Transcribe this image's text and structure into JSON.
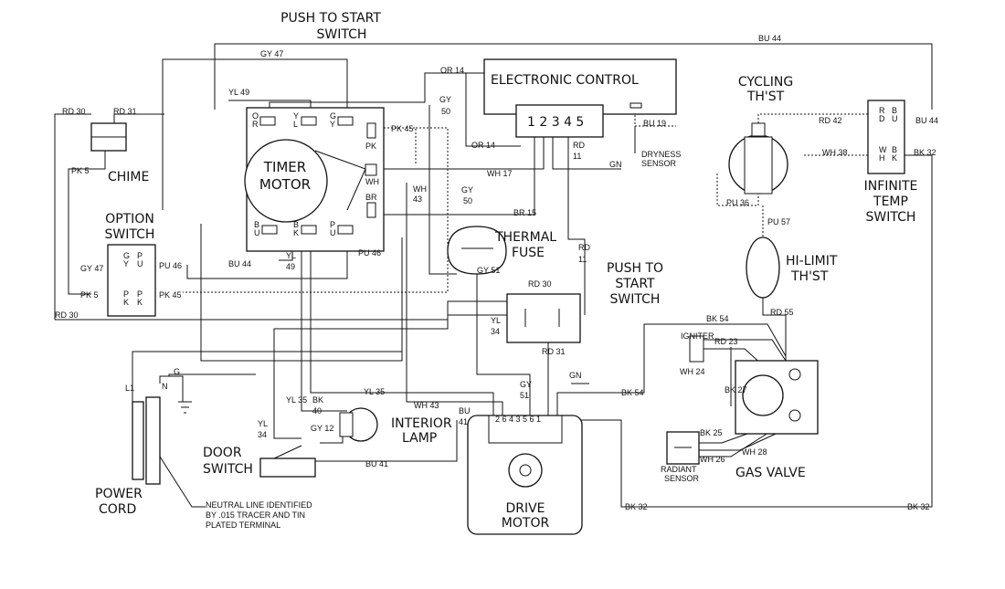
{
  "components": {
    "push_to_start_top": [
      "PUSH TO START",
      "SWITCH"
    ],
    "electronic_control": "ELECTRONIC CONTROL",
    "control_terminals": "1 2 3 4 5",
    "cycling_thermostat": [
      "CYCLING",
      "TH'ST"
    ],
    "chime": "CHIME",
    "timer_motor": [
      "TIMER",
      "MOTOR"
    ],
    "option_switch": [
      "OPTION",
      "SWITCH"
    ],
    "thermal_fuse": [
      "THERMAL",
      "FUSE"
    ],
    "push_to_start_right": [
      "PUSH TO",
      "START",
      "SWITCH"
    ],
    "infinite_temp_switch": [
      "INFINITE",
      "TEMP",
      "SWITCH"
    ],
    "hi_limit_thermostat": [
      "HI-LIMIT",
      "TH'ST"
    ],
    "dryness_sensor": [
      "DRYNESS",
      "SENSOR"
    ],
    "igniter": "IGNITER",
    "interior_lamp": [
      "INTERIOR",
      "LAMP"
    ],
    "door_switch": [
      "DOOR",
      "SWITCH"
    ],
    "power_cord": [
      "POWER",
      "CORD"
    ],
    "drive_motor": [
      "DRIVE",
      "MOTOR"
    ],
    "gas_valve": "GAS VALVE",
    "radiant_sensor": [
      "RADIANT",
      "SENSOR"
    ],
    "neutral_note": [
      "NEUTRAL LINE IDENTIFIED",
      "BY .015 TRACER AND TIN",
      "PLATED TERMINAL"
    ],
    "motor_terminals": "2 6  4 3  5 6 1"
  },
  "wires": {
    "bu44": "BU 44",
    "gy47": "GY 47",
    "or14": "OR 14",
    "yl49": "YL 49",
    "gy50": [
      "GY",
      "50"
    ],
    "rd30": "RD 30",
    "rd31": "RD 31",
    "bu19": "BU 19",
    "pk45": "PK 45",
    "rd11": [
      "RD",
      "11"
    ],
    "gn": "GN",
    "rd42": "RD 42",
    "wh17": "WH 17",
    "pk5": "PK 5",
    "wh43": [
      "WH",
      "43"
    ],
    "wh38": "WH 38",
    "bk32": "BK 32",
    "pu36": "PU 36",
    "br15": "BR 15",
    "pu57": "PU 57",
    "gy51": "GY 51",
    "bu44_b": "BU 44",
    "yl49_b": [
      "YL",
      "49"
    ],
    "pu46": "PU 46",
    "yl34": [
      "YL",
      "34"
    ],
    "rd55": "RD 55",
    "bk54": "BK 54",
    "rd23": "RD 23",
    "wh24": "WH 24",
    "bk27": "BK 27",
    "gy51_b": [
      "GY",
      "51"
    ],
    "yl35": "YL 35",
    "bk40": [
      "BK",
      "40"
    ],
    "gy12": "GY 12",
    "wh43_b": "WH 43",
    "bu41": [
      "BU",
      "41"
    ],
    "bk25": "BK 25",
    "wh28": "WH 28",
    "wh26": "WH 26",
    "bu41_b": "BU 41",
    "g": "G",
    "l1": "L1",
    "n": "N"
  },
  "terminals": {
    "or": [
      "O",
      "R"
    ],
    "yl": [
      "Y",
      "L"
    ],
    "gy": [
      "G",
      "Y"
    ],
    "pk": "PK",
    "wh": "WH",
    "br": "BR",
    "bu": [
      "B",
      "U"
    ],
    "bk": [
      "B",
      "K"
    ],
    "pu": [
      "P",
      "U"
    ],
    "opt_gy": [
      "G",
      "Y"
    ],
    "opt_pu": [
      "P",
      "U"
    ],
    "opt_pk": [
      "P",
      "K"
    ],
    "opt_pk2": [
      "P",
      "K"
    ],
    "inf_rd": [
      "R",
      "D"
    ],
    "inf_bu": [
      "B",
      "U"
    ],
    "inf_wh": [
      "W",
      "H"
    ],
    "inf_bk": [
      "B",
      "K"
    ]
  }
}
